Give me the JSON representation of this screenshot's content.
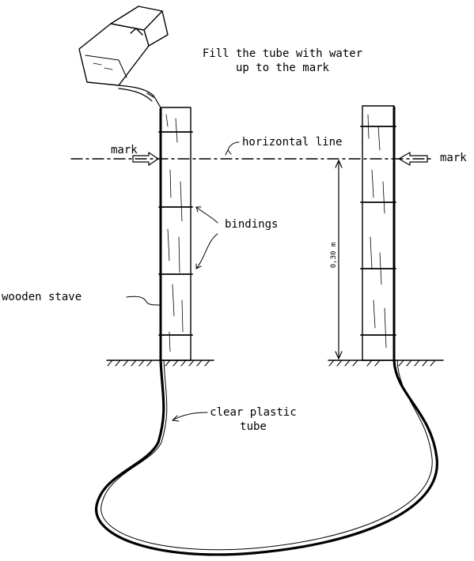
{
  "instruction": {
    "line1": "Fill the tube with water",
    "line2": "up to the mark"
  },
  "labels": {
    "mark_left": "mark",
    "mark_right": "mark",
    "horizontal_line": "horizontal line",
    "bindings": "bindings",
    "wooden_stave": "wooden stave",
    "clear_plastic_tube_line1": "clear plastic",
    "clear_plastic_tube_line2": "tube",
    "height_dimension": "0,30 m"
  },
  "colors": {
    "ink": "#000000",
    "background": "#ffffff"
  }
}
